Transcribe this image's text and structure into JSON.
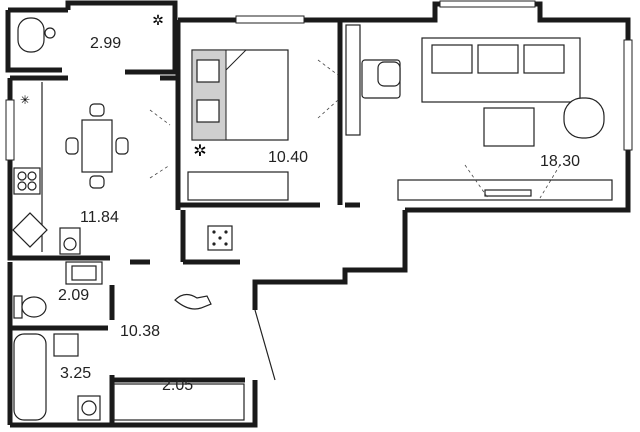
{
  "rooms": [
    {
      "id": "balcony-top",
      "area": "2.99"
    },
    {
      "id": "kitchen",
      "area": "11.84"
    },
    {
      "id": "bedroom",
      "area": "10.40"
    },
    {
      "id": "living-room",
      "area": "18.30"
    },
    {
      "id": "toilet",
      "area": "2.09"
    },
    {
      "id": "hallway",
      "area": "10.38"
    },
    {
      "id": "bathroom",
      "area": "3.25"
    },
    {
      "id": "balcony-bottom",
      "area": "2.05"
    }
  ],
  "colors": {
    "wall": "#1a1a1a",
    "bed_frame": "#cfcfcf",
    "background": "#ffffff"
  }
}
